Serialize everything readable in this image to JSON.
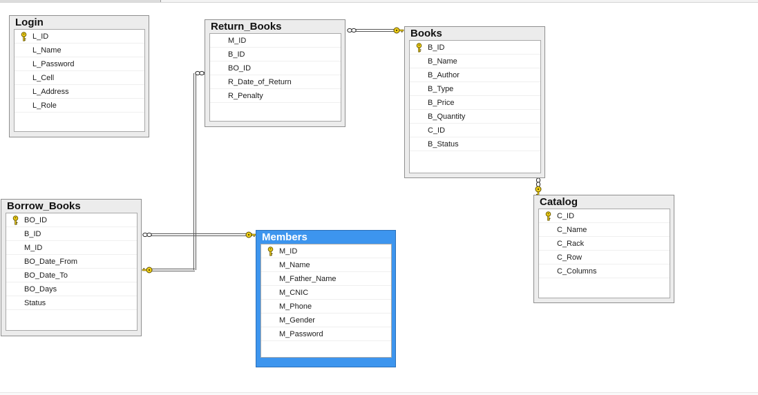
{
  "diagram": {
    "tables": [
      {
        "id": "login",
        "title": "Login",
        "columns": [
          {
            "name": "L_ID",
            "primary_key": true
          },
          {
            "name": "L_Name"
          },
          {
            "name": "L_Password"
          },
          {
            "name": "L_Cell"
          },
          {
            "name": "L_Address"
          },
          {
            "name": "L_Role"
          }
        ]
      },
      {
        "id": "return-books",
        "title": "Return_Books",
        "columns": [
          {
            "name": "M_ID"
          },
          {
            "name": "B_ID"
          },
          {
            "name": "BO_ID"
          },
          {
            "name": "R_Date_of_Return"
          },
          {
            "name": "R_Penalty"
          }
        ]
      },
      {
        "id": "books",
        "title": "Books",
        "columns": [
          {
            "name": "B_ID",
            "primary_key": true
          },
          {
            "name": "B_Name"
          },
          {
            "name": "B_Author"
          },
          {
            "name": "B_Type"
          },
          {
            "name": "B_Price"
          },
          {
            "name": "B_Quantity"
          },
          {
            "name": "C_ID"
          },
          {
            "name": "B_Status"
          }
        ]
      },
      {
        "id": "catalog",
        "title": "Catalog",
        "columns": [
          {
            "name": "C_ID",
            "primary_key": true
          },
          {
            "name": "C_Name"
          },
          {
            "name": "C_Rack"
          },
          {
            "name": "C_Row"
          },
          {
            "name": "C_Columns"
          }
        ]
      },
      {
        "id": "borrow-books",
        "title": "Borrow_Books",
        "columns": [
          {
            "name": "BO_ID",
            "primary_key": true
          },
          {
            "name": "B_ID"
          },
          {
            "name": "M_ID"
          },
          {
            "name": "BO_Date_From"
          },
          {
            "name": "BO_Date_To"
          },
          {
            "name": "BO_Days"
          },
          {
            "name": "Status"
          }
        ]
      },
      {
        "id": "members",
        "title": "Members",
        "selected": true,
        "columns": [
          {
            "name": "M_ID",
            "primary_key": true
          },
          {
            "name": "M_Name"
          },
          {
            "name": "M_Father_Name"
          },
          {
            "name": "M_CNIC"
          },
          {
            "name": "M_Phone"
          },
          {
            "name": "M_Gender"
          },
          {
            "name": "M_Password"
          }
        ]
      }
    ],
    "relationships": [
      {
        "from": "Return_Books",
        "to": "Books",
        "many_end": "Return_Books",
        "one_end": "Books"
      },
      {
        "from": "Books",
        "to": "Catalog",
        "many_end": "Books",
        "one_end": "Catalog"
      },
      {
        "from": "Return_Books",
        "to": "Borrow_Books",
        "many_end": "Return_Books",
        "one_end": "Borrow_Books"
      },
      {
        "from": "Borrow_Books",
        "to": "Members",
        "many_end": "Borrow_Books",
        "one_end": "Members"
      }
    ],
    "colors": {
      "selected_header": "#3d95ee",
      "table_header": "#ececec",
      "key_icon": "#f2d21a",
      "connector": "#555555"
    }
  }
}
